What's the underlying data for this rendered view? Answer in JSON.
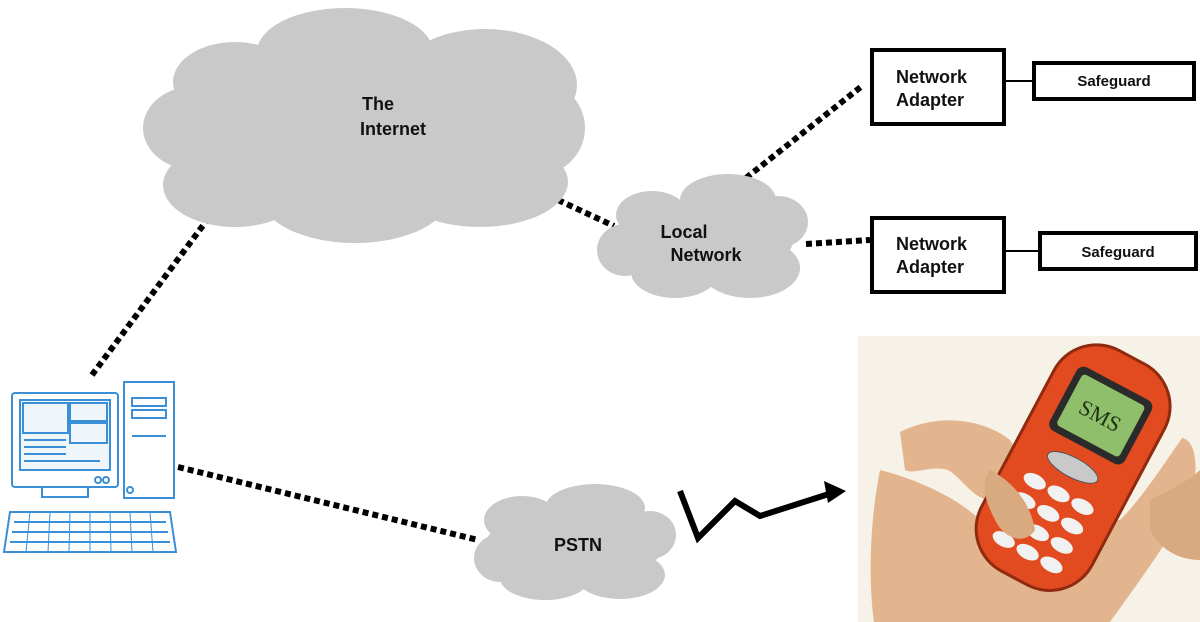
{
  "clouds": {
    "internet": {
      "line1": "The",
      "line2": "Internet"
    },
    "local": {
      "line1": "Local",
      "line2": "Network"
    },
    "pstn": {
      "label": "PSTN"
    }
  },
  "adapters": [
    {
      "line1": "Network",
      "line2": "Adapter",
      "device": "Safeguard"
    },
    {
      "line1": "Network",
      "line2": "Adapter",
      "device": "Safeguard"
    }
  ],
  "phone": {
    "screen_text": "SMS"
  },
  "colors": {
    "cloud": "#c9c9c9",
    "line": "#000000",
    "computer": "#3a8fd6",
    "phone_body": "#e24a1f",
    "screen": "#8fbf6a",
    "skin": "#e2b58e"
  },
  "icons": [
    "desktop-computer-icon",
    "mobile-phone-icon",
    "lightning-signal-icon"
  ]
}
